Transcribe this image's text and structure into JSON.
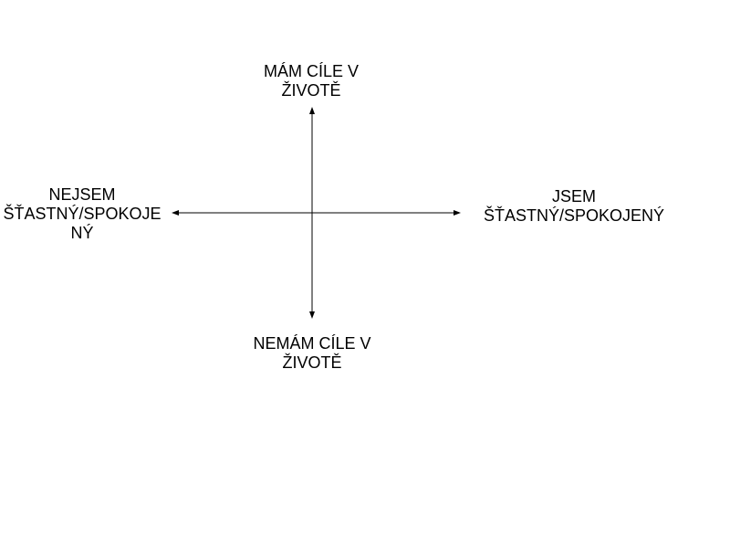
{
  "diagram": {
    "labels": {
      "top": [
        "MÁM CÍLE V",
        "ŽIVOTĚ"
      ],
      "bottom": [
        "NEMÁM CÍLE V",
        "ŽIVOTĚ"
      ],
      "left": [
        "NEJSEM",
        "ŠŤASTNÝ/SPOKOJE",
        "NÝ"
      ],
      "right": [
        "JSEM",
        "ŠŤASTNÝ/SPOKOJENÝ"
      ]
    },
    "colors": {
      "line": "#000000",
      "background": "#ffffff"
    }
  }
}
